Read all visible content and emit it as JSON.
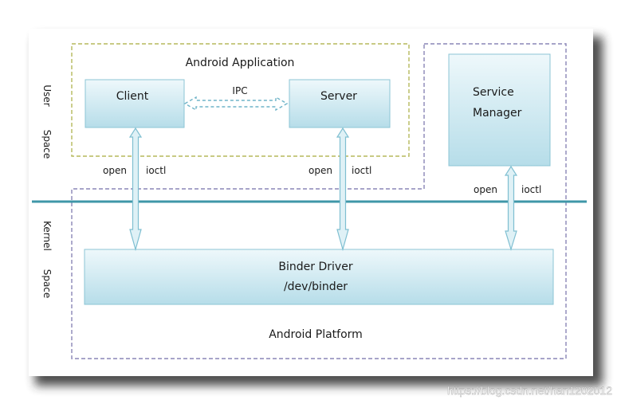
{
  "diagram": {
    "side_labels": {
      "user_space": [
        "User",
        "Space"
      ],
      "kernel_space": [
        "Kernel",
        "Space"
      ]
    },
    "android_application_label": "Android Application",
    "android_platform_label": "Android Platform",
    "nodes": {
      "client": "Client",
      "server": "Server",
      "service_manager": [
        "Service",
        "Manager"
      ],
      "binder_driver": [
        "Binder Driver",
        "/dev/binder"
      ]
    },
    "edges": {
      "ipc": "IPC",
      "open": "open",
      "ioctl": "ioctl"
    }
  },
  "watermark": "https://blog.csdn.net/han1202012",
  "colors": {
    "frame_shadow": "#3a3a3a",
    "frame_bg": "#ffffff",
    "box_top": "#e9f6fa",
    "box_bottom": "#b8dfea",
    "box_border": "#86c3d4",
    "arrow_fill": "#dff1f6",
    "arrow_stroke": "#7fbfd1",
    "divider": "#3f96a6",
    "app_border": "#b3b75a",
    "platform_border": "#8a84b5"
  }
}
